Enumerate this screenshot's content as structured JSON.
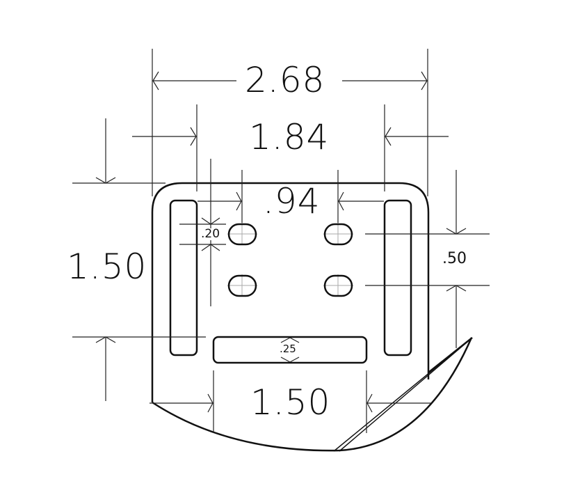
{
  "drawing": {
    "type": "technical-dimension-drawing",
    "units": "in",
    "line_color": "#111111",
    "background": "#ffffff"
  },
  "dimensions": {
    "overall_width": "2.68",
    "slot_spacing_width": "1.84",
    "hole_spacing_width": ".94",
    "hole_height": ".20",
    "overall_height": "1.50",
    "hole_vertical_spacing": ".50",
    "bottom_slot_height": ".25",
    "bottom_slot_width": "1.50"
  },
  "features": {
    "vertical_slots": 2,
    "oval_holes": 4,
    "horizontal_slot": 1
  }
}
